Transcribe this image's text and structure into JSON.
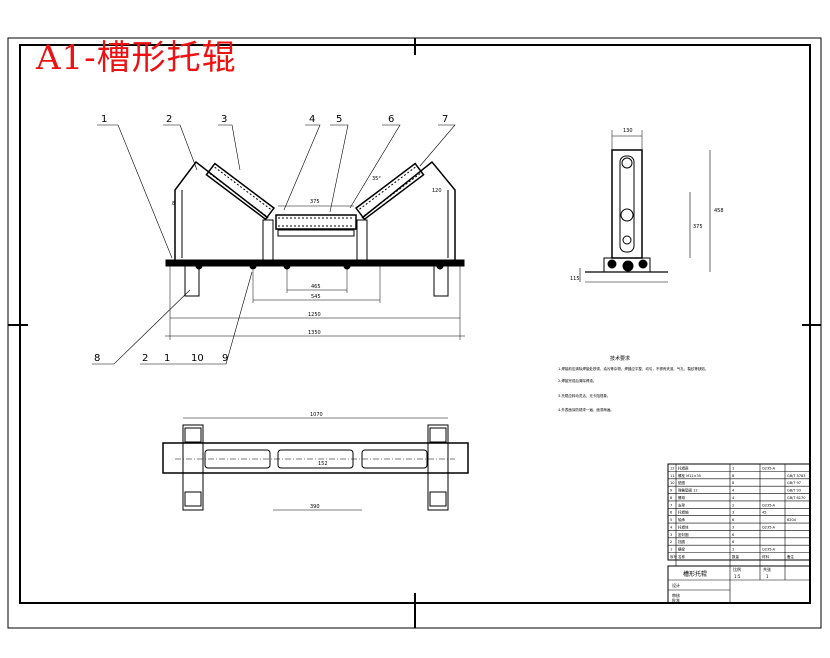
{
  "drawing": {
    "title": "A1-槽形托辊",
    "callouts_top": [
      "1",
      "2",
      "3",
      "4",
      "5",
      "6",
      "7"
    ],
    "callouts_bottom": [
      "8",
      "2",
      "1",
      "10",
      "9"
    ],
    "front_view_dims": {
      "roller_len": "375",
      "angle": "35°",
      "side": "120",
      "height_small": "8",
      "inner": "465",
      "mid": "545",
      "span": "1250",
      "overall": "1350"
    },
    "side_view_dims": {
      "top_width": "130",
      "height": "458",
      "inner_height": "375",
      "base": "115"
    },
    "top_view_dims": {
      "length": "1070",
      "bottom": "390",
      "side": "152"
    },
    "notes_title": "技术要求",
    "notes": [
      "1.焊接前应清除焊接处铁锈、油污等杂物，焊缝应平整、均匀，不得有夹渣、气孔、裂纹等缺陷。",
      "2.焊接完成后清除焊渣。",
      "3.托辊应转动灵活，无卡阻现象。",
      "4.外表面涂防锈漆一遍，面漆两遍。"
    ],
    "bom_rows": [
      [
        "12",
        "托辊座",
        "1",
        "Q235-A",
        ""
      ],
      [
        "11",
        "螺栓 M12×35",
        "8",
        "",
        "GB/T 5783"
      ],
      [
        "10",
        "垫圈",
        "8",
        "",
        "GB/T 97"
      ],
      [
        "9",
        "弹簧垫圈 12",
        "4",
        "",
        "GB/T 93"
      ],
      [
        "8",
        "螺母",
        "4",
        "",
        "GB/T 6170"
      ],
      [
        "7",
        "支架",
        "2",
        "Q235-A",
        ""
      ],
      [
        "6",
        "托辊轴",
        "3",
        "45",
        ""
      ],
      [
        "5",
        "轴承",
        "6",
        "",
        "6204"
      ],
      [
        "4",
        "托辊体",
        "3",
        "Q235-A",
        ""
      ],
      [
        "3",
        "密封圈",
        "6",
        "",
        ""
      ],
      [
        "2",
        "挡圈",
        "6",
        "",
        ""
      ],
      [
        "1",
        "横梁",
        "1",
        "Q235-A",
        ""
      ]
    ],
    "bom_header": [
      "序号",
      "名称",
      "数量",
      "材料",
      "备注"
    ],
    "title_block": {
      "name": "槽形托辊",
      "scale_label": "比例",
      "scale": "1:5",
      "sheet_label": "共张",
      "sheet": "1",
      "design": "设计",
      "check": "审核",
      "approve": "批准"
    }
  }
}
